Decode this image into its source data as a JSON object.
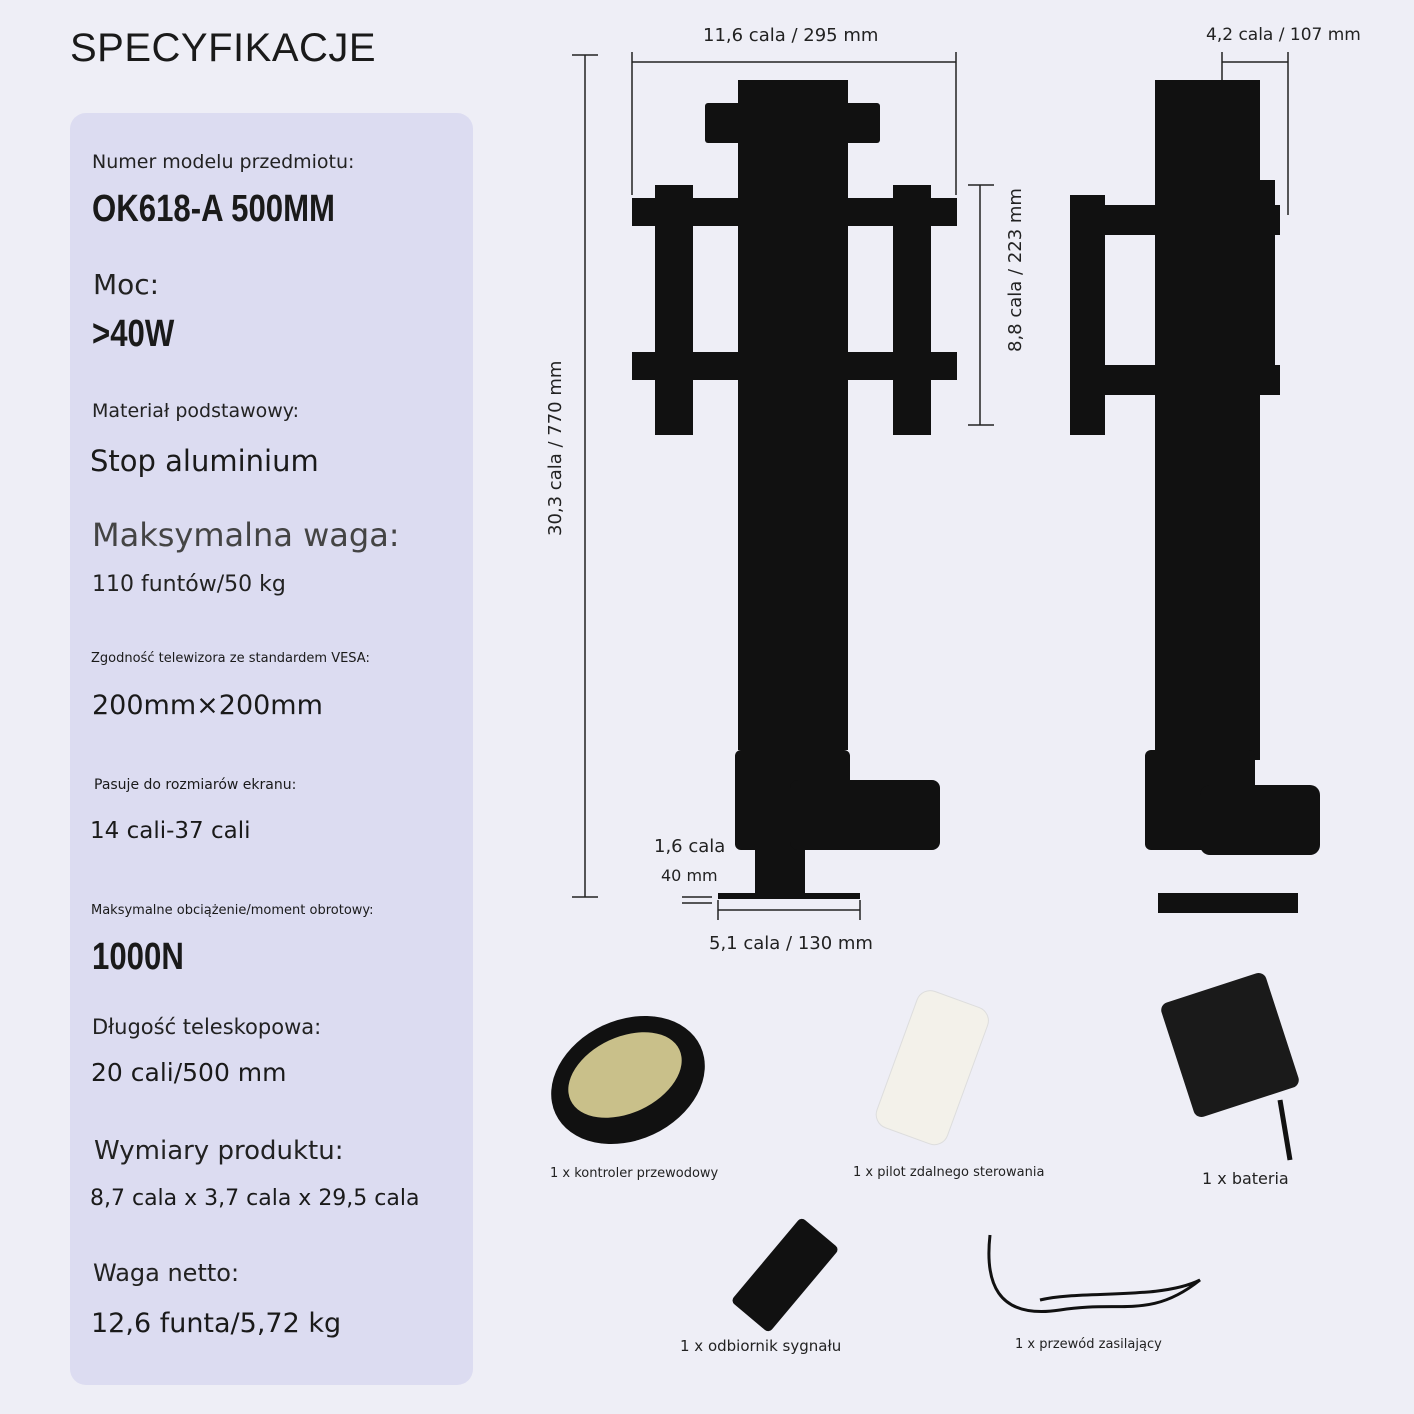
{
  "title": "SPECYFIKACJE",
  "specs": [
    {
      "label": "Numer modelu przedmiotu:",
      "value": "OK618-A 500MM"
    },
    {
      "label": "Moc:",
      "value": ">40W"
    },
    {
      "label": "Materiał podstawowy:",
      "value": "Stop aluminium"
    },
    {
      "label": "Maksymalna waga:",
      "value": "110 funtów/50 kg"
    },
    {
      "label": "Zgodność telewizora ze standardem VESA:",
      "value": "200mm×200mm"
    },
    {
      "label": "Pasuje do rozmiarów ekranu:",
      "value": "14 cali-37 cali"
    },
    {
      "label": "Maksymalne obciążenie/moment obrotowy:",
      "value": "1000N"
    },
    {
      "label": "Długość teleskopowa:",
      "value": "20 cali/500 mm"
    },
    {
      "label": "Wymiary produktu:",
      "value": "8,7 cala x 3,7 cala x 29,5 cala"
    },
    {
      "label": "Waga netto:",
      "value": "12,6 funta/5,72 kg"
    }
  ],
  "dimensions": {
    "width": "11,6 cala / 295 mm",
    "depth": "4,2 cala / 107 mm",
    "height": "30,3 cala / 770 mm",
    "bracket": "8,8 cala / 223 mm",
    "base_thick_in": "1,6 cala",
    "base_thick_mm": "40 mm",
    "base_width": "5,1 cala / 130 mm"
  },
  "accessories": [
    "1 x kontroler przewodowy",
    "1 x pilot zdalnego sterowania",
    "1 x bateria",
    "1 x odbiornik sygnału",
    "1 x przewód zasilający"
  ]
}
